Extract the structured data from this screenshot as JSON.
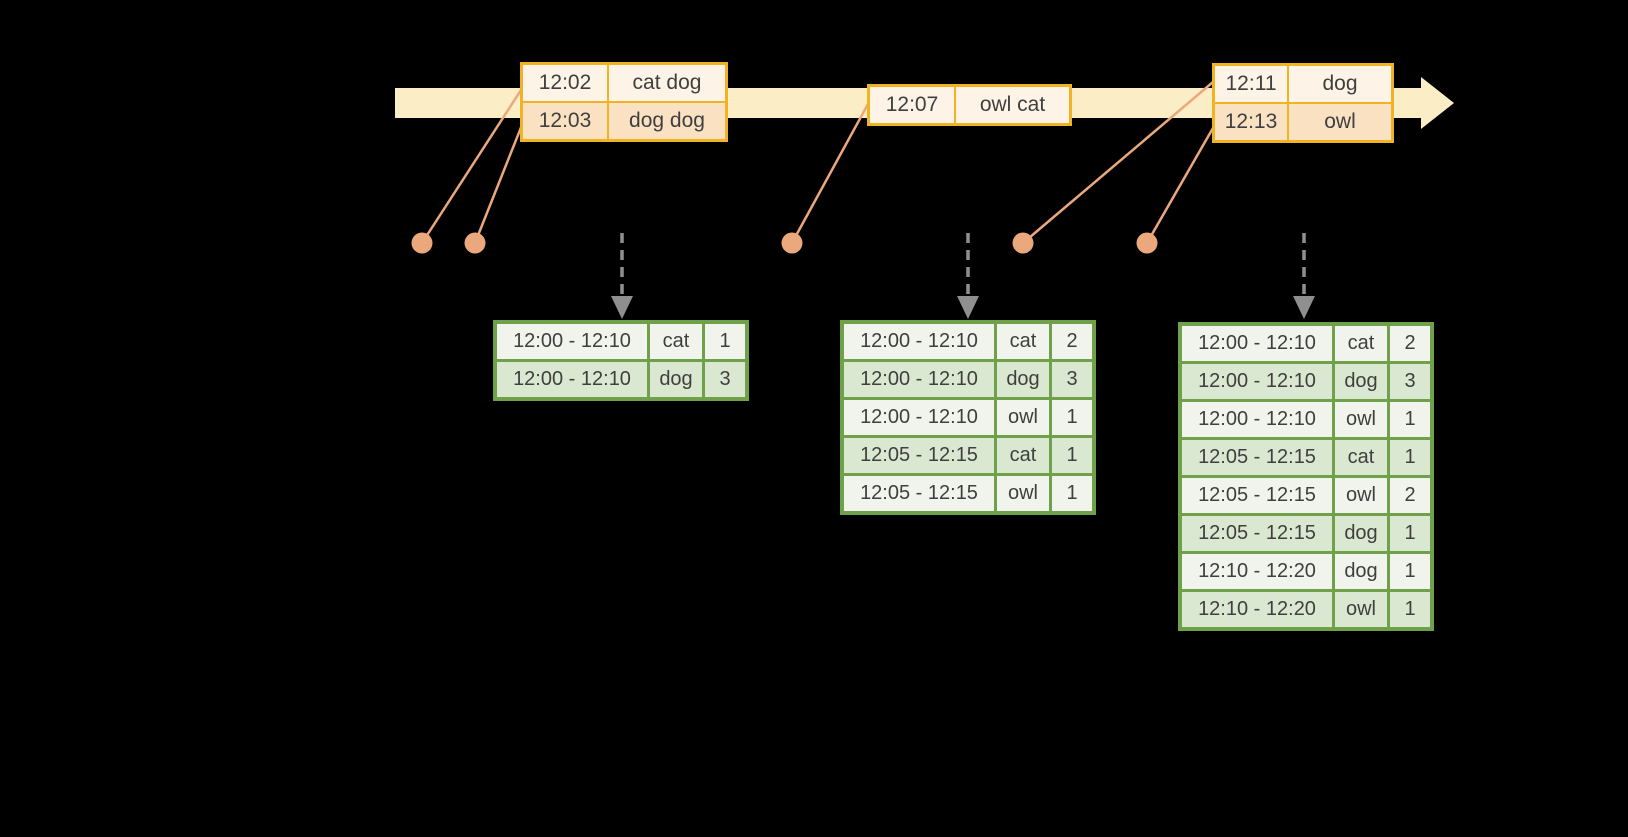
{
  "colors": {
    "background": "#000000",
    "timeline_band": "#FBEEC6",
    "event_border": "#F0B323",
    "event_row_dark": "#FAE1C2",
    "event_row_light": "#FDF3E6",
    "connector_salmon": "#EBA87C",
    "trigger_gray": "#8F8F8F",
    "result_border": "#6FA14B",
    "result_row_green": "#DBE8D1",
    "result_row_light": "#F0F4EC",
    "text": "#3F3F3F"
  },
  "timeline": {
    "event_tables": [
      {
        "rows": [
          {
            "time": "12:02",
            "words": "cat dog"
          },
          {
            "time": "12:03",
            "words": "dog dog"
          }
        ]
      },
      {
        "rows": [
          {
            "time": "12:07",
            "words": "owl cat"
          }
        ]
      },
      {
        "rows": [
          {
            "time": "12:11",
            "words": "dog"
          },
          {
            "time": "12:13",
            "words": "owl"
          }
        ]
      }
    ]
  },
  "result_tables": [
    {
      "rows": [
        {
          "window": "12:00 - 12:10",
          "word": "cat",
          "count": "1"
        },
        {
          "window": "12:00 - 12:10",
          "word": "dog",
          "count": "3"
        }
      ]
    },
    {
      "rows": [
        {
          "window": "12:00 - 12:10",
          "word": "cat",
          "count": "2"
        },
        {
          "window": "12:00 - 12:10",
          "word": "dog",
          "count": "3"
        },
        {
          "window": "12:00 - 12:10",
          "word": "owl",
          "count": "1"
        },
        {
          "window": "12:05 - 12:15",
          "word": "cat",
          "count": "1"
        },
        {
          "window": "12:05 - 12:15",
          "word": "owl",
          "count": "1"
        }
      ]
    },
    {
      "rows": [
        {
          "window": "12:00 - 12:10",
          "word": "cat",
          "count": "2"
        },
        {
          "window": "12:00 - 12:10",
          "word": "dog",
          "count": "3"
        },
        {
          "window": "12:00 - 12:10",
          "word": "owl",
          "count": "1"
        },
        {
          "window": "12:05 - 12:15",
          "word": "cat",
          "count": "1"
        },
        {
          "window": "12:05 - 12:15",
          "word": "owl",
          "count": "2"
        },
        {
          "window": "12:05 - 12:15",
          "word": "dog",
          "count": "1"
        },
        {
          "window": "12:10 - 12:20",
          "word": "dog",
          "count": "1"
        },
        {
          "window": "12:10 - 12:20",
          "word": "owl",
          "count": "1"
        }
      ]
    }
  ]
}
